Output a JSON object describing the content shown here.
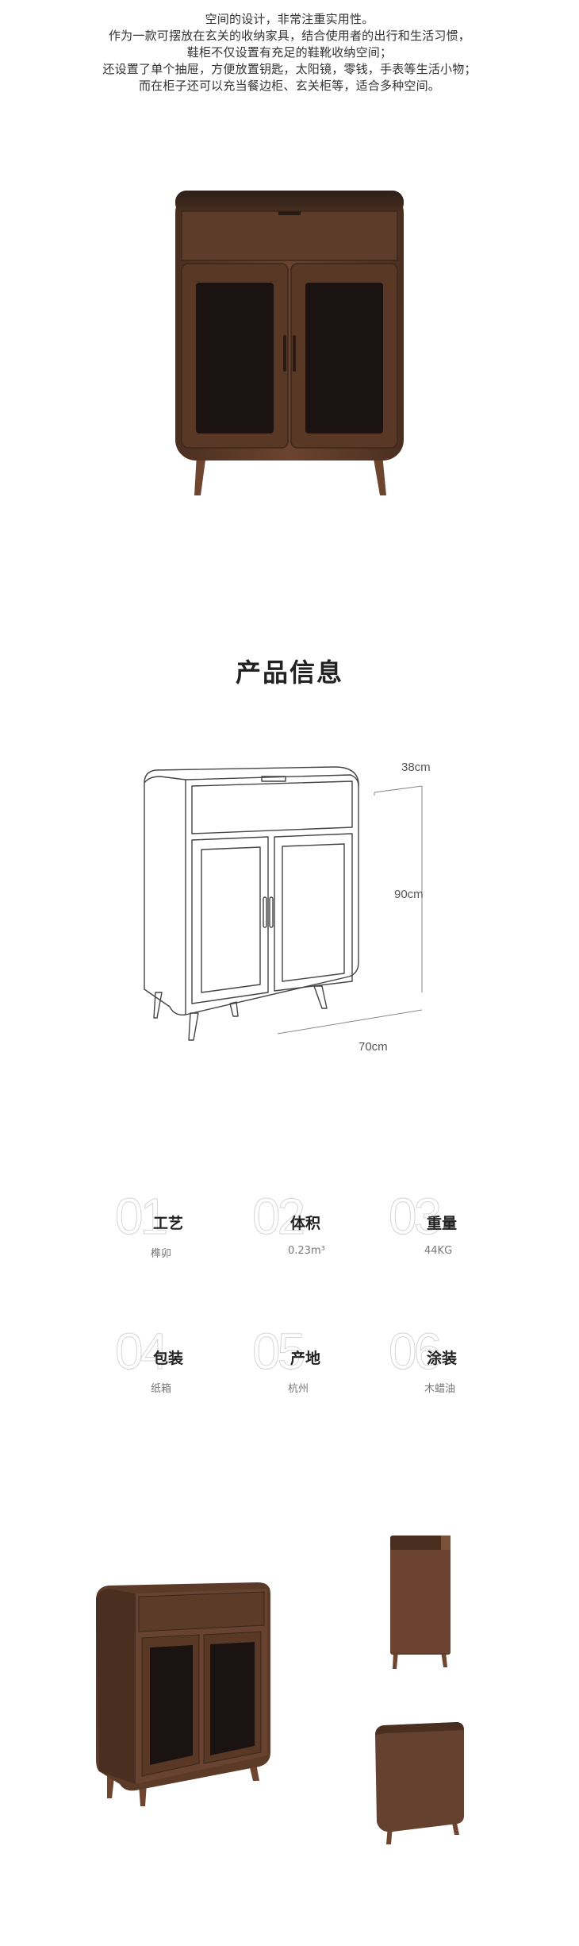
{
  "intro": {
    "lines": [
      "空间的设计，非常注重实用性。",
      "作为一款可摆放在玄关的收纳家具，结合使用者的出行和生活习惯，",
      "鞋柜不仅设置有充足的鞋靴收纳空间；",
      "还设置了单个抽屉，方便放置钥匙，太阳镜，零钱，手表等生活小物；",
      "而在柜子还可以充当餐边柜、玄关柜等，适合多种空间。"
    ]
  },
  "section_title": "产品信息",
  "dimensions": {
    "depth": "38cm",
    "height": "90cm",
    "width": "70cm"
  },
  "specs": [
    {
      "num": "01",
      "label": "工艺",
      "value": "榫卯"
    },
    {
      "num": "02",
      "label": "体积",
      "value": "0.23m³"
    },
    {
      "num": "03",
      "label": "重量",
      "value": "44KG"
    },
    {
      "num": "04",
      "label": "包装",
      "value": "纸箱"
    },
    {
      "num": "05",
      "label": "产地",
      "value": "杭州"
    },
    {
      "num": "06",
      "label": "涂装",
      "value": "木蜡油"
    }
  ],
  "colors": {
    "walnut_dark": "#3e2a1f",
    "walnut": "#5b3a28",
    "walnut_light": "#7a5039",
    "glass": "#1b1311",
    "line_art": "#444444"
  }
}
